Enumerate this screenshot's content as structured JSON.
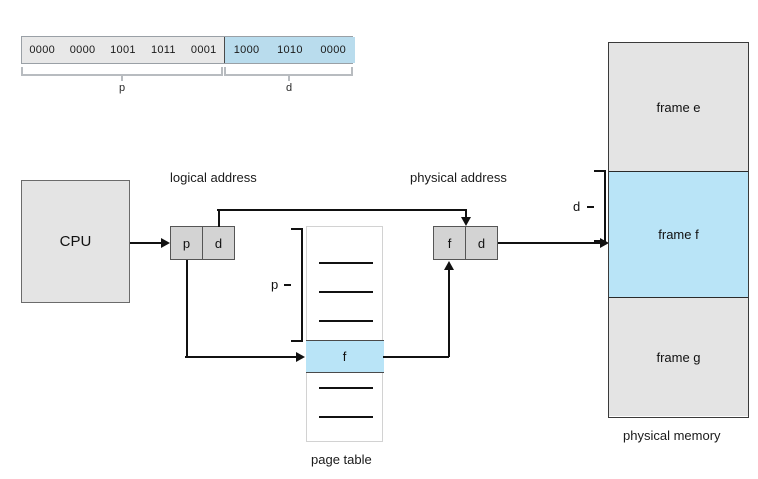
{
  "diagram": {
    "title_caption_page_table": "page table",
    "title_caption_physical_memory": "physical memory"
  },
  "address_bar": {
    "p_nibbles": [
      "0000",
      "0000",
      "1001",
      "1011",
      "0001"
    ],
    "d_nibbles": [
      "1000",
      "1010",
      "0000"
    ],
    "p_brace_label": "p",
    "d_brace_label": "d",
    "p_fill_color": "#e8e8e8",
    "d_fill_color": "#b9dced"
  },
  "cpu": {
    "label": "CPU"
  },
  "logical_address": {
    "caption": "logical address",
    "page_cell": "p",
    "offset_cell": "d"
  },
  "physical_address": {
    "caption": "physical address",
    "frame_cell": "f",
    "offset_cell": "d"
  },
  "page_table": {
    "caption": "page table",
    "brace_label": "p",
    "entries_above": [
      "",
      "",
      ""
    ],
    "selected_entry": "f",
    "entries_below": [
      "",
      ""
    ],
    "selected_fill_color": "#b9e4f7"
  },
  "physical_memory": {
    "caption": "physical memory",
    "offset_brace_label": "d",
    "frames": [
      {
        "label": "frame e",
        "highlighted": false
      },
      {
        "label": "frame f",
        "highlighted": true
      },
      {
        "label": "frame g",
        "highlighted": false
      }
    ],
    "highlight_color": "#b9e4f7",
    "frame_color": "#e4e4e4"
  }
}
